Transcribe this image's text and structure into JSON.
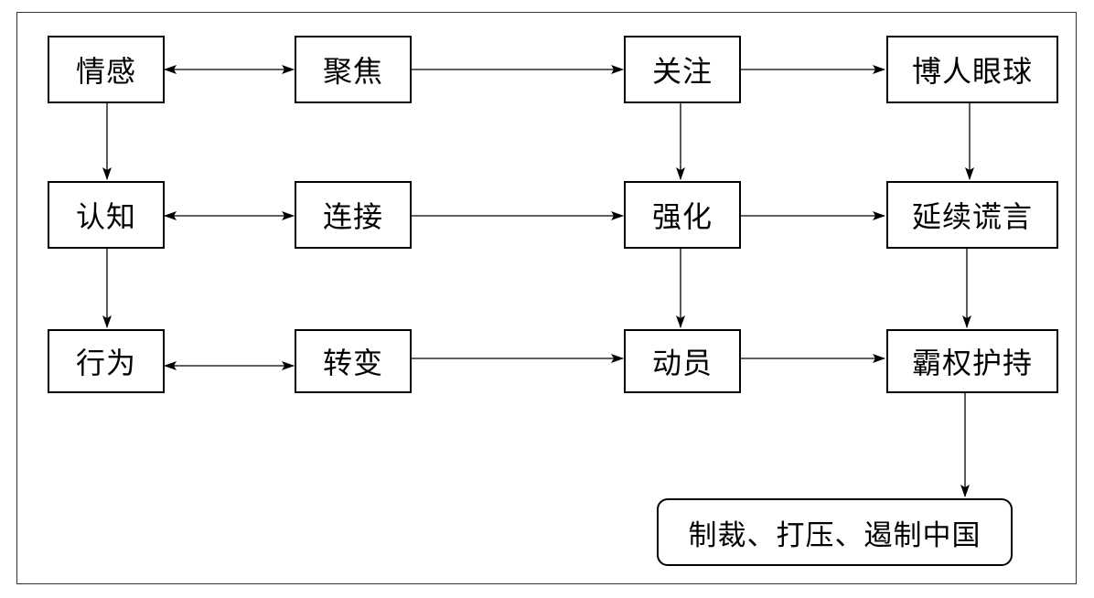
{
  "nodes": {
    "emotion": "情感",
    "focus": "聚焦",
    "attention": "关注",
    "eyeball": "博人眼球",
    "cognition": "认知",
    "connection": "连接",
    "reinforce": "强化",
    "lie": "延续谎言",
    "behavior": "行为",
    "change": "转变",
    "mobilize": "动员",
    "hegemony": "霸权护持",
    "outcome": "制裁、打压、遏制中国"
  },
  "colors": {
    "line": "#000000",
    "frame": "#333333",
    "background": "#ffffff"
  }
}
